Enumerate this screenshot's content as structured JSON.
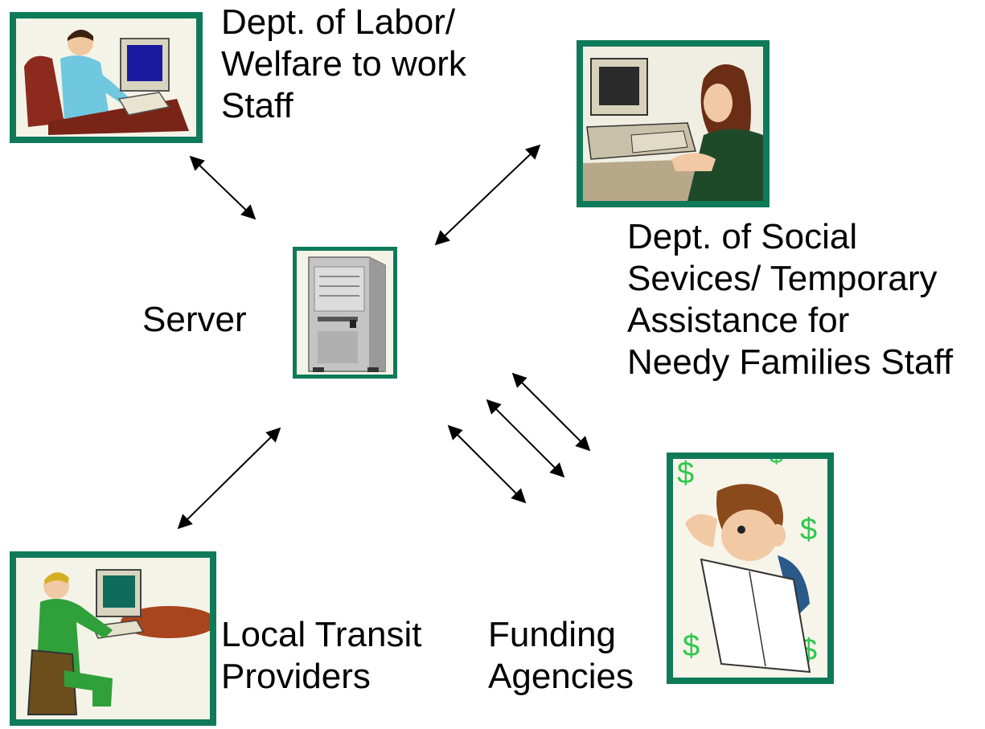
{
  "nodes": {
    "labor": {
      "label": "Dept. of Labor/\nWelfare to work\nStaff",
      "icon": "man-at-computer-icon"
    },
    "social": {
      "label": "Dept. of Social\nSevices/ Temporary\nAssistance for\nNeedy Families Staff",
      "icon": "woman-at-computer-icon"
    },
    "server": {
      "label": "Server",
      "icon": "server-tower-icon"
    },
    "transit": {
      "label": "Local Transit\nProviders",
      "icon": "man-in-green-at-computer-icon"
    },
    "funding": {
      "label": "Funding\nAgencies",
      "icon": "man-reading-money-icon"
    }
  },
  "colors": {
    "frame": "#0f7a5a",
    "arrow": "#000000",
    "dollar": "#2ec84a"
  }
}
